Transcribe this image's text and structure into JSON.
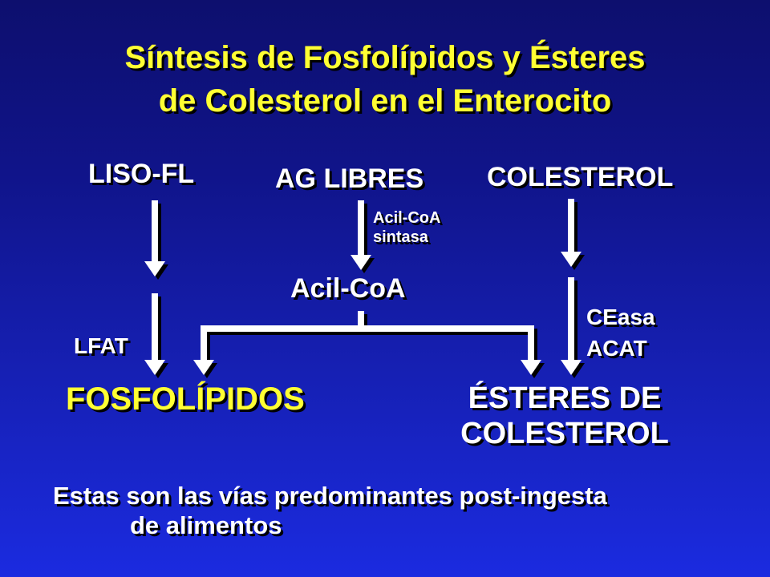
{
  "title": {
    "line1": "Síntesis de Fosfolípidos y Ésteres",
    "line2": "de Colesterol en el Enterocito"
  },
  "nodes": {
    "liso_fl": "LISO-FL",
    "ag_libres": "AG LIBRES",
    "colesterol": "COLESTEROL",
    "acil_coa": "Acil-CoA",
    "fosfolipidos": "FOSFOLÍPIDOS",
    "esteres_line1": "ÉSTERES DE",
    "esteres_line2": "COLESTEROL"
  },
  "enzymes": {
    "acil_coa_sintasa_line1": "Acil-CoA",
    "acil_coa_sintasa_line2": "sintasa",
    "lfat": "LFAT",
    "ceasa": "CEasa",
    "acat": "ACAT"
  },
  "footer": {
    "line1": "Estas son las vías predominantes post-ingesta",
    "line2": "de alimentos"
  },
  "colors": {
    "title": "#ffff33",
    "text": "#ffffff",
    "background": "#10148a"
  }
}
